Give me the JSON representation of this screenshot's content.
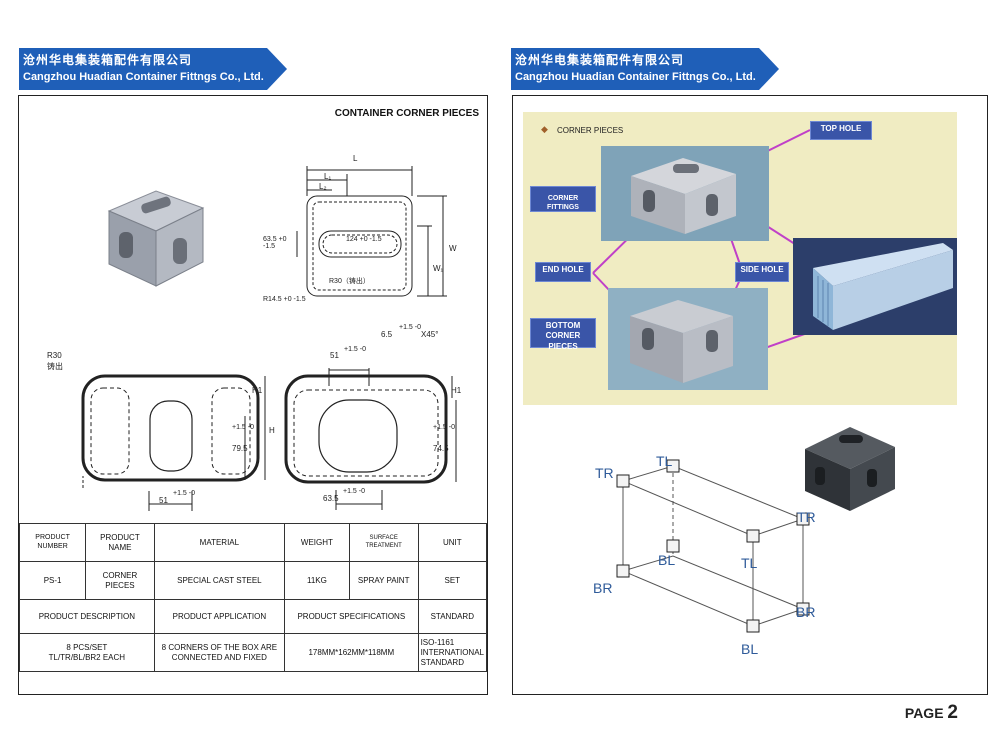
{
  "company": {
    "name_cn": "沧州华电集装箱配件有限公司",
    "name_en": "Cangzhou Huadian Container Fittngs Co., Ltd.",
    "banner_color": "#1f5fb8"
  },
  "left_panel": {
    "title": "CONTAINER CORNER PIECES",
    "drawing_labels": {
      "L": "L",
      "L1": "L₁",
      "L2": "L₂",
      "W": "W",
      "W1": "W₁",
      "d63": "63.5 +0 -1.5",
      "d124": "124 +0 -1.5",
      "r30": "R30（铸出）",
      "r145": "R14.5 +0 -1.5",
      "d65": "6.5",
      "tol65": "+1.5 -0",
      "x45": "X45°",
      "r30b": "R30",
      "r30b_cn": "铸出",
      "d51a": "51",
      "d51a_tol": "+1.5 -0",
      "H": "H",
      "H1a": "H1",
      "H1b": "H1",
      "d795": "79.5",
      "d795_tol": "+1.5 -0",
      "d745": "74.5",
      "d745_tol": "+1.5 -0",
      "d51b": "51",
      "d51b_tol": "+1.5 -0",
      "d635b": "63.5",
      "d635b_tol": "+1.5 -0"
    },
    "table": {
      "headers": [
        "PRODUCT NUMBER",
        "PRODUCT NAME",
        "MATERIAL",
        "WEIGHT",
        "SURFACE TREATMENT",
        "UNIT"
      ],
      "row": [
        "PS-1",
        "CORNER PIECES",
        "SPECIAL CAST STEEL",
        "11KG",
        "SPRAY PAINT",
        "SET"
      ],
      "headers2": [
        "PRODUCT DESCRIPTION",
        "PRODUCT APPLICATION",
        "PRODUCT SPECIFICATIONS",
        "STANDARD"
      ],
      "row2": {
        "description_line1": "8 PCS/SET",
        "description_line2": "TL/TR/BL/BR2 EACH",
        "application_line1": "8 CORNERS OF THE BOX ARE",
        "application_line2": "CONNECTED AND FIXED",
        "specifications": "178MM*162MM*118MM",
        "standard_line1": "ISO-1161",
        "standard_line2": "INTERNATIONAL",
        "standard_line3": "STANDARD"
      }
    }
  },
  "right_panel": {
    "legend_title": "CORNER PIECES",
    "callouts": {
      "top_hole": "TOP HOLE",
      "corner_fittings": "CORNER FITTINGS",
      "end_hole": "END HOLE",
      "side_hole": "SIDE HOLE",
      "bottom_1": "BOTTOM",
      "bottom_2": "CORNER PIECES"
    },
    "box_labels": {
      "tr_top": "TR",
      "tl_top": "TL",
      "tr_right": "TR",
      "bl_inner": "BL",
      "tl_inner": "TL",
      "br_left": "BR",
      "br_right": "BR",
      "bl_bottom": "BL"
    },
    "colors": {
      "highlight": "#f0ecc2",
      "callout": "#3a55a8",
      "leader": "#c040c8",
      "box_label": "#2f5b9a"
    }
  },
  "footer": {
    "page_word": "PAGE",
    "page_number": "2"
  }
}
